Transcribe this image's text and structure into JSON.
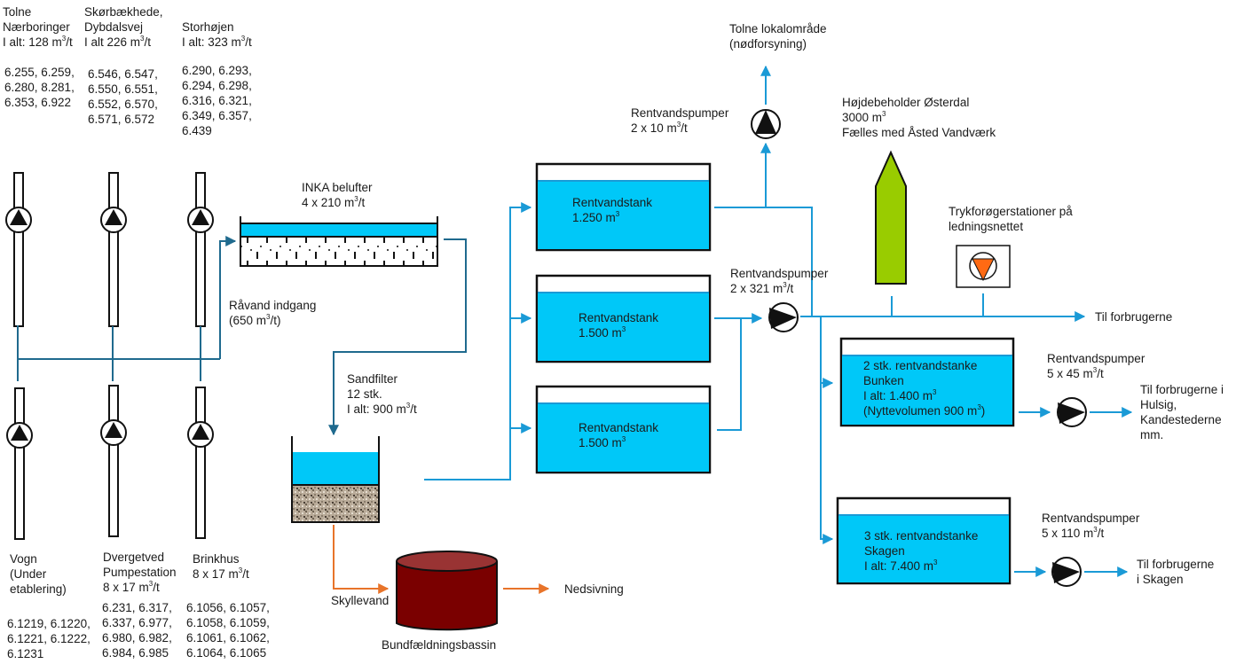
{
  "colors": {
    "water": "#00c8f8",
    "pipe_blue": "#1a9ad6",
    "pipe_dark": "#1f6a8e",
    "pipe_orange": "#e8742a",
    "tower_green": "#99cc00",
    "basin_red": "#7a0000",
    "booster_orange": "#ff6a13"
  },
  "wells_top": [
    {
      "name_lines": [
        "Tolne",
        "Nærboringer"
      ],
      "capacity": "I alt: 128 m³/t",
      "ids": [
        "6.255, 6.259,",
        "6.280, 8.281,",
        "6.353, 6.922"
      ]
    },
    {
      "name_lines": [
        "Skørbækhede,",
        "Dybdalsvej"
      ],
      "capacity": "I alt 226 m³/t",
      "ids": [
        "6.546, 6.547,",
        "6.550, 6.551,",
        "6.552, 6.570,",
        "6.571, 6.572"
      ]
    },
    {
      "name_lines": [
        "Storhøjen"
      ],
      "capacity": "I alt: 323 m³/t",
      "ids": [
        "6.290, 6.293,",
        "6.294, 6.298,",
        "6.316, 6.321,",
        "6.349, 6.357,",
        "6.439"
      ]
    }
  ],
  "wells_bottom": [
    {
      "name_lines": [
        "Vogn",
        "(Under",
        "etablering)"
      ],
      "capacity": "",
      "ids": [
        "6.1219, 6.1220,",
        "6.1221, 6.1222,",
        "6.1231"
      ]
    },
    {
      "name_lines": [
        "Dvergetved",
        "Pumpestation"
      ],
      "capacity": "8 x 17 m³/t",
      "ids": [
        "6.231, 6.317,",
        "6.337, 6.977,",
        "6.980, 6.982,",
        "6.984, 6.985"
      ]
    },
    {
      "name_lines": [
        "Brinkhus"
      ],
      "capacity": "8 x 17 m³/t",
      "ids": [
        "6.1056, 6.1057,",
        "6.1058, 6.1059,",
        "6.1061, 6.1062,",
        "6.1064, 6.1065"
      ]
    }
  ],
  "raw_inlet": {
    "lines": [
      "Råvand indgang",
      "(650 m³/t)"
    ]
  },
  "aerator": {
    "lines": [
      "INKA belufter",
      "4 x 210 m³/t"
    ]
  },
  "sandfilter": {
    "lines": [
      "Sandfilter",
      "12 stk.",
      "I alt: 900 m³/t"
    ]
  },
  "backwash": {
    "label": "Skyllevand"
  },
  "basin": {
    "label": "Bundfældningsbassin"
  },
  "infiltration": {
    "label": "Nedsivning"
  },
  "clearwater_tanks": [
    {
      "title": "Rentvandstank",
      "volume": "1.250 m³"
    },
    {
      "title": "Rentvandstank",
      "volume": "1.500 m³"
    },
    {
      "title": "Rentvandstank",
      "volume": "1.500 m³"
    }
  ],
  "emergency_pumps": {
    "lines": [
      "Rentvandspumper",
      "2 x 10 m³/t"
    ]
  },
  "emergency_dest": {
    "lines": [
      "Tolne lokalområde",
      "(nødforsyning)"
    ]
  },
  "main_pumps": {
    "lines": [
      "Rentvandspumper",
      "2 x 321 m³/t"
    ]
  },
  "water_tower": {
    "lines": [
      "Højdebeholder Østerdal",
      "3000 m³",
      "Fælles med Åsted Vandværk"
    ]
  },
  "booster": {
    "lines": [
      "Trykforøgerstationer på",
      "ledningsnettet"
    ]
  },
  "consumers_main": {
    "label": "Til forbrugerne"
  },
  "bunken_tank": {
    "lines": [
      "2 stk. rentvandstanke",
      "Bunken",
      "I alt: 1.400 m³",
      "(Nyttevolumen 900 m³)"
    ]
  },
  "bunken_pumps": {
    "lines": [
      "Rentvandspumper",
      "5 x 45 m³/t"
    ]
  },
  "bunken_dest": {
    "lines": [
      "Til forbrugerne i",
      "Hulsig,",
      "Kandestederne",
      "mm."
    ]
  },
  "skagen_tank": {
    "lines": [
      "3 stk. rentvandstanke",
      "Skagen",
      "I alt: 7.400 m³"
    ]
  },
  "skagen_pumps": {
    "lines": [
      "Rentvandspumper",
      "5 x 110 m³/t"
    ]
  },
  "skagen_dest": {
    "lines": [
      "Til forbrugerne",
      "i Skagen"
    ]
  }
}
